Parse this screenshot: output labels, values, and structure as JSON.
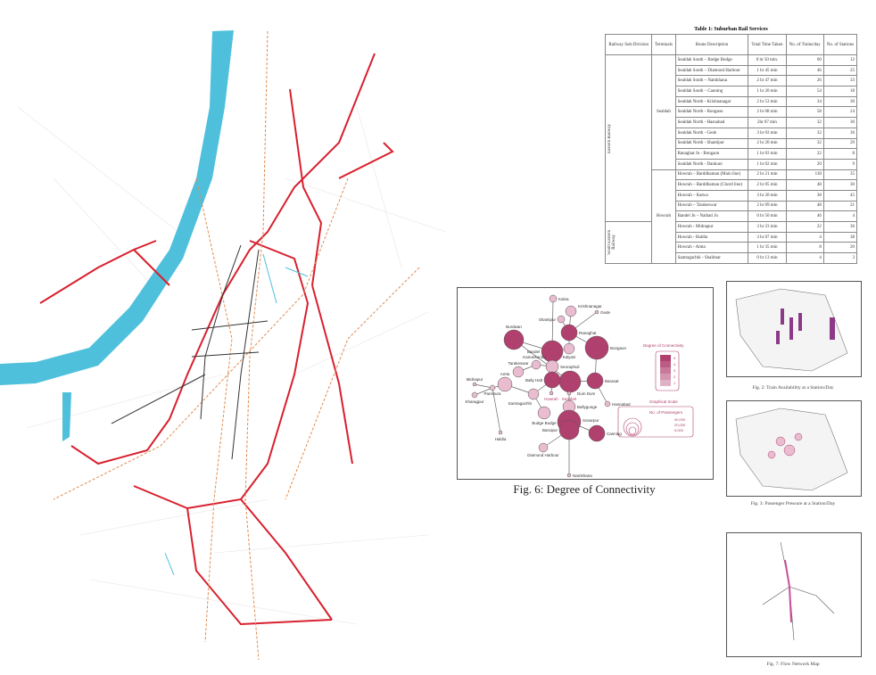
{
  "table": {
    "title": "Table 1: Suburban Rail Services",
    "headers": [
      "Railway Sub-Division",
      "Terminals",
      "Route Description",
      "Total Time Taken",
      "No. of Trains/day",
      "No. of Stations"
    ],
    "subdivisions": [
      "Eastern Railway",
      "South Eastern Railway"
    ],
    "terminals": [
      "Sealdah",
      "Howrah"
    ],
    "rows": [
      [
        "Sealdah South – Budge Budge",
        "0 hr 50 min.",
        "60",
        "12"
      ],
      [
        "Sealdah South – Diamond Harbour",
        "1 hr 45 min",
        "46",
        "25"
      ],
      [
        "Sealdah South – Namkhana",
        "2 hr 47 min",
        "26",
        "33"
      ],
      [
        "Sealdah South – Canning",
        "1 hr 20 min",
        "54",
        "18"
      ],
      [
        "Sealdah North - Krishnanagar",
        "2 hr 53 min",
        "34",
        "30"
      ],
      [
        "Sealdah North - Bongaon",
        "2 hr 08 min",
        "58",
        "24"
      ],
      [
        "Sealdah North - Hasnabad",
        "2hr 07 min",
        "32",
        "30"
      ],
      [
        "Sealdah North - Gede",
        "3 hr 03 min",
        "32",
        "36"
      ],
      [
        "Sealdah North - Shantipur",
        "2 hr 20 min",
        "32",
        "29"
      ],
      [
        "Ranaghat Jn - Bongaon",
        "1 hr 03 min",
        "22",
        "8"
      ],
      [
        "Sealdah North - Dankuni",
        "1 hr 02 min",
        "20",
        "9"
      ],
      [
        "Howrah – Barddhaman (Main line)",
        "2 hr 21 min",
        "118",
        "35"
      ],
      [
        "Howrah – Barddhaman (Chord line)",
        "2 hr 05 min",
        "48",
        "30"
      ],
      [
        "Howrah – Katwa",
        "3 hr 20 min",
        "38",
        "45"
      ],
      [
        "Howrah – Tarakeswar",
        "2 hr 09 min",
        "48",
        "21"
      ],
      [
        "Bandel Jn – Naihati Jn",
        "0 hr 50 min",
        "46",
        "4"
      ],
      [
        "Howrah - Midnapur",
        "3 hr 23 min",
        "22",
        "36"
      ],
      [
        "Howrah - Haldia",
        "3 hr 07 min",
        "4",
        "38"
      ],
      [
        "Howrah - Amta",
        "1 hr 35 min",
        "8",
        "20"
      ],
      [
        "Santragachhi - Shalimar",
        "0 hr 13 min",
        "4",
        "3"
      ]
    ]
  },
  "fig6": {
    "caption": "Fig. 6: Degree of Connectivity",
    "nodes": [
      "Kalna",
      "Krishnanagar",
      "Gede",
      "Shantipur",
      "Ranaghat",
      "Bongaon",
      "Burdwan",
      "Bandel",
      "Kalyani",
      "Kamarkundu",
      "Seoraphuli",
      "Tarakeswar",
      "Barasat",
      "Dum Dum",
      "Bally Halt",
      "Amta",
      "Panskura",
      "Midnapur",
      "Kharagpur",
      "Santragachhi",
      "Howrah",
      "Sealdah",
      "Hasnabad",
      "Ballygunge",
      "Budge Budge",
      "Sonarpur",
      "Canning",
      "Baruipur",
      "Haldia",
      "Diamond Harbour",
      "Namkhana"
    ],
    "legend_title": "Degree of Connectivity",
    "legend_levels": [
      "5",
      "4",
      "3",
      "2",
      "1"
    ],
    "scale_title": "Graphical Scale",
    "scale_subtitle": "No. of Passengers",
    "scale_values": [
      "40,000",
      "20,000",
      "5,000"
    ],
    "color": "#b0406e"
  },
  "fig2": {
    "caption": "Fig. 2: Train Availability at a Station/Day"
  },
  "fig3": {
    "caption": "Fig. 3: Passenger Pressure at a Station/Day"
  },
  "fig7": {
    "caption": "Fig. 7: Flow Network Map"
  },
  "map": {
    "river_color": "#4fc0dc",
    "rail_color": "#d8202e",
    "metro_color": "#333333",
    "road_color": "#e08a50"
  }
}
